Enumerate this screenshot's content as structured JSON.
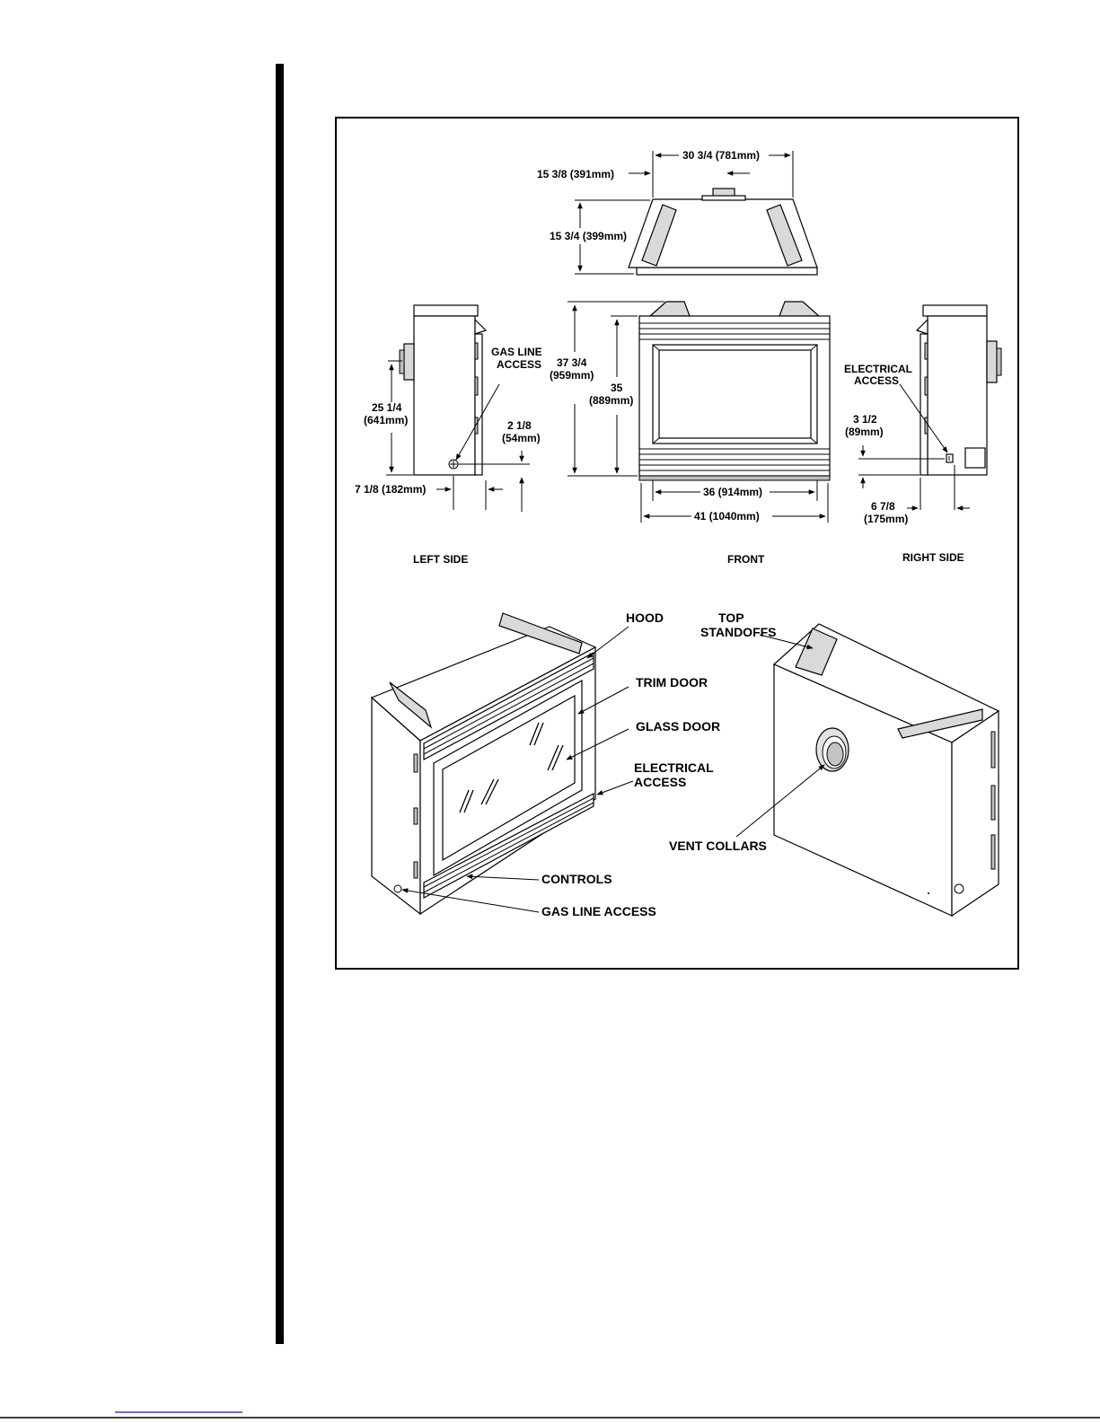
{
  "dimensions": {
    "top_width": "30 3/4 (781mm)",
    "top_offset": "15 3/8 (391mm)",
    "top_depth": "15 3/4 (399mm)",
    "total_height_in": "37 3/4",
    "total_height_mm": "(959mm)",
    "front_height_in": "35",
    "front_height_mm": "(889mm)",
    "gas_height_in": "25 1/4",
    "gas_height_mm": "(641mm)",
    "gas_side_in": "2 1/8",
    "gas_side_mm": "(54mm)",
    "gas_depth": "7 1/8 (182mm)",
    "front_inner_width": "36 (914mm)",
    "front_outer_width": "41 (1040mm)",
    "elec_height_in": "3 1/2",
    "elec_height_mm": "(89mm)",
    "elec_depth_in": "6 7/8",
    "elec_depth_mm": "(175mm)"
  },
  "callouts": {
    "gas_line_access_l1": "GAS LINE",
    "gas_line_access_l2": "ACCESS",
    "electrical_access_l1": "ELECTRICAL",
    "electrical_access_l2": "ACCESS"
  },
  "views": {
    "left_side": "LEFT SIDE",
    "front": "FRONT",
    "right_side": "RIGHT SIDE"
  },
  "parts": {
    "hood": "HOOD",
    "trim_door": "TRIM DOOR",
    "glass_door": "GLASS DOOR",
    "electrical_access_l1": "ELECTRICAL",
    "electrical_access_l2": "ACCESS",
    "controls": "CONTROLS",
    "gas_line_access": "GAS LINE ACCESS",
    "top_standoffs_l1": "TOP",
    "top_standoffs_l2": "STANDOFFS",
    "vent_collars": "VENT COLLARS"
  }
}
